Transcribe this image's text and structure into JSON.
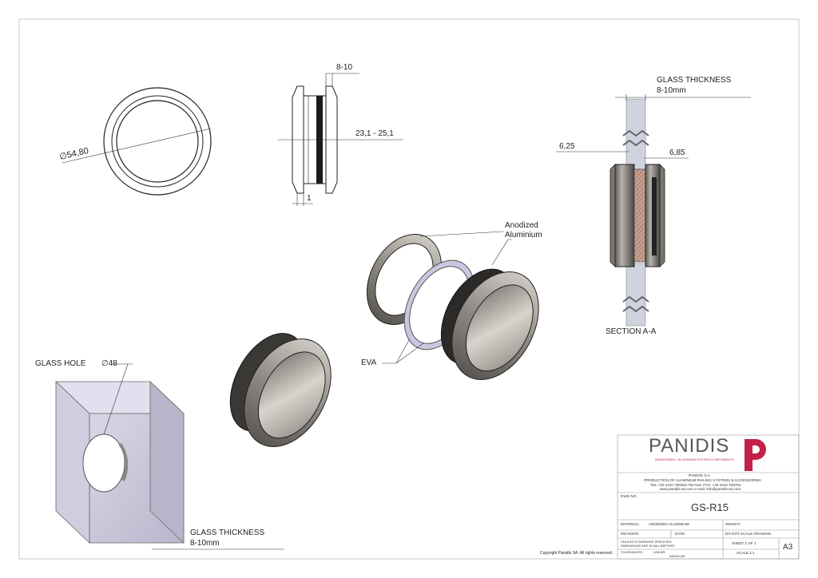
{
  "drawing": {
    "dims": {
      "diameter": "∅54,80",
      "flange": "8-10",
      "length_range": "23,1 - 25,1",
      "lip": "1",
      "glass_thickness_top_1": "GLASS THICKNESS",
      "glass_thickness_top_2": "8-10mm",
      "left_offset": "6,25",
      "right_offset": "6,85",
      "hole_diameter": "∅48",
      "glass_thickness_bottom_1": "GLASS THICKNESS",
      "glass_thickness_bottom_2": "8-10mm"
    },
    "labels": {
      "anodized_1": "Anodized",
      "anodized_2": "Aluminium",
      "eva": "EVA",
      "section": "SECTION A-A",
      "glass_hole": "GLASS HOLE"
    },
    "copyright": "Copyright Panidis SA. All rights reserved."
  },
  "title_block": {
    "brand": "PANIDIS",
    "brand_tagline": "MAKEDONIKI • ALUMINIUM SYSTEM COMPONENTS",
    "company_name": "PANIDIS S.A.",
    "company_line1": "PRODUCTION OF ALUMINIUM RAILING SYSTEMS & ACCESSORIES",
    "company_line2": "TEL:+30 2310 780352-784 519, FAX: +30 2310 783764",
    "company_line3": "www.panidis-sa.com   e-mail: info@panidis-sa.com",
    "dwg_no_label": "DWG NO.",
    "dwg_no": "GS-R15",
    "material_label": "MATERIAL:",
    "material": "ANODIZED ALUMINIUM",
    "weight_label": "WEIGHT:",
    "revision_label": "REVISION:",
    "date_label": "DATE:",
    "no_scale": "DO NOT SCALE DRAWING",
    "unless_1": "UNLESS OTHERWISE SPECIFIED:",
    "unless_2": "DIMENSIONS ARE IN MILLIMETERS",
    "sheet": "SHEET 1 OF 1",
    "size": "A3",
    "tolerances_label": "TOLERANCES:",
    "linear_label": "LINEAR:",
    "angular_label": "ANGULAR:",
    "scale": "SCALE:1:1"
  }
}
